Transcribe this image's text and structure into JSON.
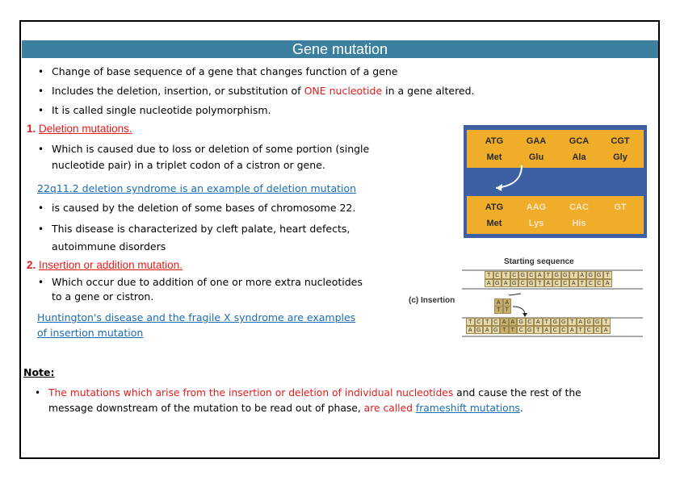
{
  "title": "Gene mutation",
  "intro_bullets": [
    {
      "before": "Change of base sequence of a gene that changes function of a gene",
      "hl": "",
      "after": ""
    },
    {
      "before": "Includes the deletion, insertion, or substitution of ",
      "hl": "ONE nucleotide",
      "after": " in a gene altered."
    },
    {
      "before": "It is called single nucleotide polymorphism.",
      "hl": "",
      "after": ""
    }
  ],
  "deletion": {
    "num": "1.",
    "label": "Deletion mutations.",
    "bullet_line1": "Which is caused due to loss or deletion of some portion (single",
    "bullet_line2": "nucleotide pair) in a triplet codon of a cistron or gene.",
    "example_link": "22q11.2 deletion syndrome is an example of deletion mutation",
    "bullet2": "is caused by the deletion of some bases of chromosome 22.",
    "bullet3_line1": "This disease is characterized by cleft palate, heart defects,",
    "bullet3_line2": "autoimmune disorders"
  },
  "insertion": {
    "num": "2.",
    "label": "Insertion or addition mutation.",
    "bullet_line1": "Which occur due to addition of one or more extra nucleotides",
    "bullet_line2": "to a gene or cistron.",
    "example_link_line1": "Huntington's disease and the fragile X syndrome are examples",
    "example_link_line2": "of insertion mutation"
  },
  "note": {
    "heading": "Note:",
    "red_text": "The mutations which arise from the insertion or deletion of individual nucleotides",
    "black_text": " and cause the rest of the",
    "line2_black": "message downstream of the mutation to be read out of phase, ",
    "line2_red": "are called",
    "link": "frameshift mutations",
    "period": "."
  },
  "codon_figure": {
    "top_codons": [
      "ATG",
      "GAA",
      "GCA",
      "CGT"
    ],
    "top_amino": [
      "Met",
      "Glu",
      "Ala",
      "Gly"
    ],
    "bottom_codons": [
      "ATG",
      "AAG",
      "CAC",
      "GT"
    ],
    "bottom_amino": [
      "Met",
      "Lys",
      "His",
      ""
    ],
    "colors": {
      "background": "#3d5fa3",
      "strip": "#f0ad2a"
    }
  },
  "insertion_figure": {
    "title": "Starting sequence",
    "label": "(c) Insertion",
    "start_top": [
      "T",
      "C",
      "T",
      "C",
      "G",
      "C",
      "A",
      "T",
      "G",
      "G",
      "T",
      "A",
      "G",
      "G",
      "T"
    ],
    "start_bottom": [
      "A",
      "G",
      "A",
      "G",
      "C",
      "G",
      "T",
      "A",
      "C",
      "C",
      "A",
      "T",
      "C",
      "C",
      "A"
    ],
    "insert_top": [
      "A",
      "A"
    ],
    "insert_bottom": [
      "T",
      "T"
    ],
    "result_top": [
      "T",
      "C",
      "T",
      "C",
      "A",
      "A",
      "G",
      "C",
      "A",
      "T",
      "G",
      "G",
      "T",
      "A",
      "G",
      "G",
      "T"
    ],
    "result_bottom": [
      "A",
      "G",
      "A",
      "G",
      "T",
      "T",
      "C",
      "G",
      "T",
      "A",
      "C",
      "C",
      "A",
      "T",
      "C",
      "C",
      "A"
    ]
  }
}
